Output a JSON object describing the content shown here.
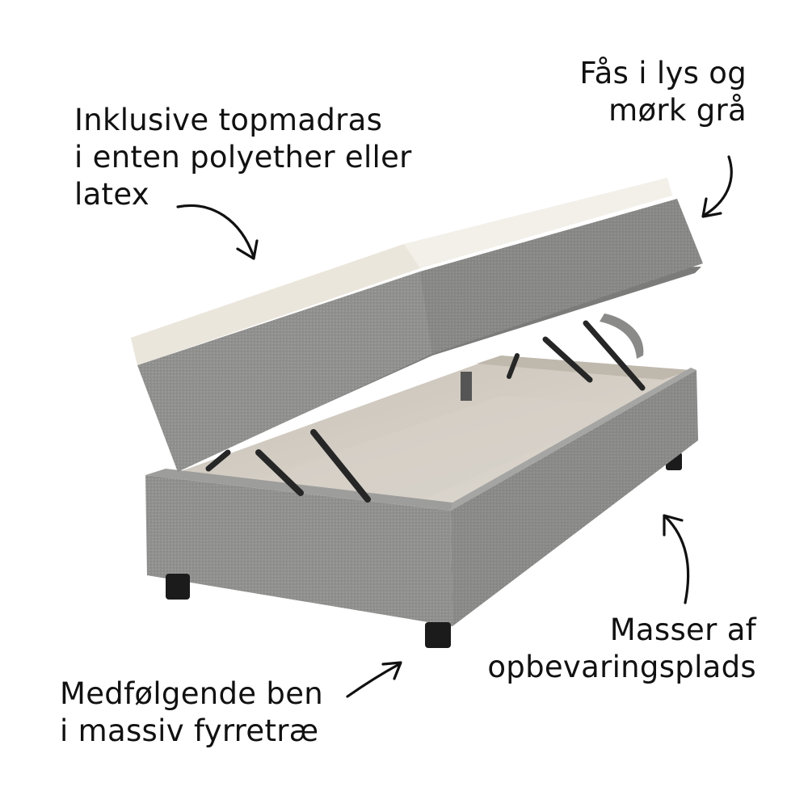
{
  "annotations": {
    "topper": {
      "lines": [
        "Inklusive topmadras",
        "i enten polyether eller",
        "latex"
      ]
    },
    "colors": {
      "lines": [
        "Fås i lys og",
        "mørk grå"
      ]
    },
    "storage": {
      "lines": [
        "Masser af",
        "opbevaringsplads"
      ]
    },
    "legs": {
      "lines": [
        "Medfølgende ben",
        "i massiv fyrretræ"
      ]
    }
  },
  "palette": {
    "fabric": "#8e8e8c",
    "fabric_dark": "#777775",
    "fabric_light": "#a3a3a1",
    "interior": "#d9d3cb",
    "interior_shadow": "#c3bcb2",
    "topper": "#f1eee6",
    "leg": "#1b1b1b",
    "text": "#111111"
  }
}
